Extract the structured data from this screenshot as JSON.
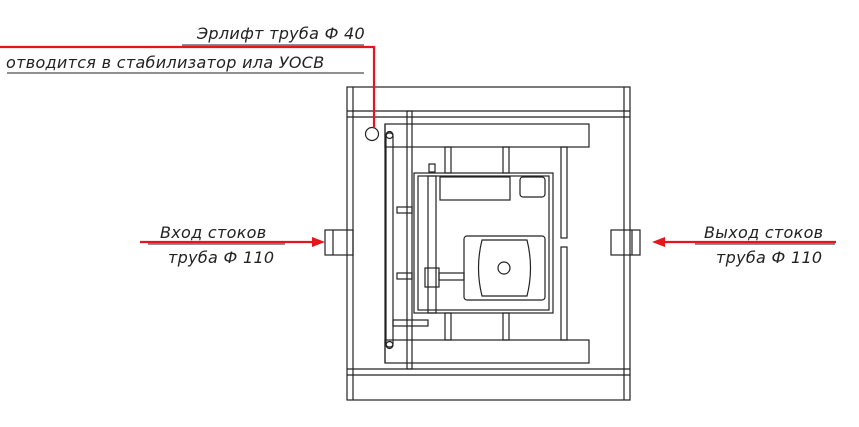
{
  "labels": {
    "airlift_line1": "Эрлифт труба Ф 40",
    "airlift_line2": "отводится в стабилизатор ила УОСВ",
    "inlet_line1": "Вход стоков",
    "inlet_line2": "труба Ф 110",
    "outlet_line1": "Выход стоков",
    "outlet_line2": "труба Ф 110"
  },
  "colors": {
    "leader": "#e8141c",
    "drawing": "#222222"
  }
}
